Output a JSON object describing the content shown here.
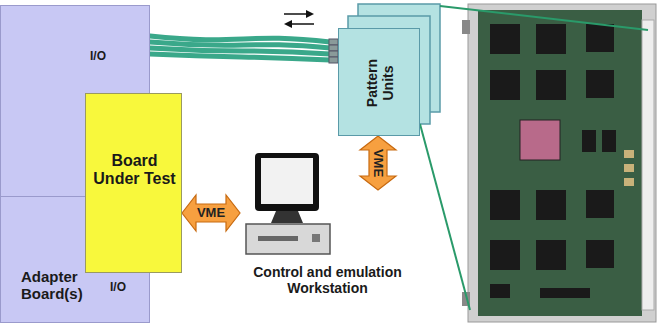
{
  "diagram": {
    "nodes": [
      {
        "text": [
          "Adapter Board(s)"
        ]
      },
      {
        "text": [
          "Board Under Test"
        ]
      },
      {
        "text": [
          "Pattern Units"
        ]
      },
      {
        "text": [
          "Control and emulation Workstation"
        ]
      }
    ],
    "edges": [
      {
        "from": 0,
        "to": 2,
        "arrow": "none"
      },
      {
        "from": 1,
        "to": 3,
        "label": "VME",
        "arrow": "both"
      },
      {
        "from": 2,
        "to": 3,
        "label": "VME",
        "arrow": "both"
      }
    ],
    "labels": [
      "I/O",
      "I/O"
    ]
  }
}
